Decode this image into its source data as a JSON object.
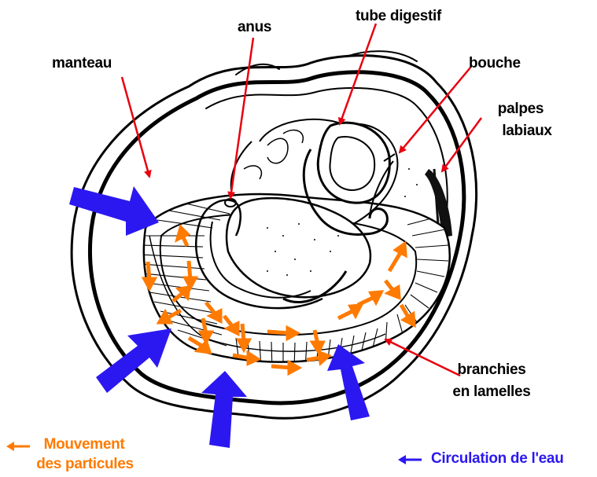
{
  "labels": {
    "anus": "anus",
    "tube_digestif": "tube digestif",
    "manteau": "manteau",
    "bouche": "bouche",
    "palpes_line1": "palpes",
    "palpes_line2": "labiaux",
    "branchies_line1": "branchies",
    "branchies_line2": "en lamelles"
  },
  "legend": {
    "orange_line1": "Mouvement",
    "orange_line2": "des particules",
    "blue": "Circulation de l'eau"
  },
  "colors": {
    "orange": "#ff7a00",
    "blue": "#2b18f0",
    "pointer": "#e8000f"
  }
}
